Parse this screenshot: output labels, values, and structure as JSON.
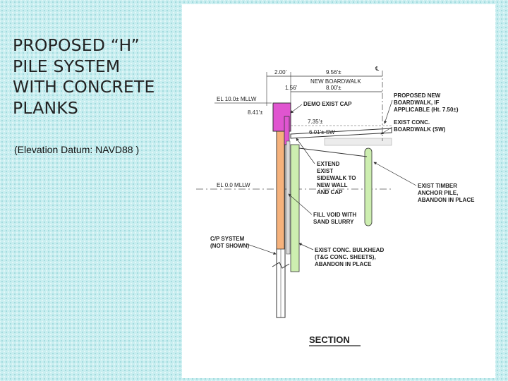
{
  "slide": {
    "title_lines": [
      "PROPOSED “H”",
      "PILE SYSTEM",
      "WITH CONCRETE",
      "PLANKS"
    ],
    "subtitle": "(Elevation Datum: NAVD88 )"
  },
  "drawing": {
    "dimensions": {
      "d_2_00": "2.00'",
      "d_9_56": "9.56'±",
      "cl": "℄",
      "new_boardwalk": "NEW BOARDWALK",
      "d_8_00": "8.00'±",
      "d_1_56": "1.56'",
      "d_7_35": "7.35'±",
      "d_8_41": "8.41'±",
      "d_6_01": "6.01'± SW"
    },
    "elevations": {
      "el_10": "EL 10.0± MLLW",
      "el_0": "EL 0.0 MLLW"
    },
    "callouts": {
      "demo_cap": "DEMO EXIST CAP",
      "proposed_boardwalk": [
        "PROPOSED NEW",
        "BOARDWALK, IF",
        "APPLICABLE (Ht. 7.50±)"
      ],
      "exist_boardwalk": [
        "EXIST CONC.",
        "BOARDWALK (SW)"
      ],
      "extend_sidewalk": [
        "EXTEND",
        "EXIST",
        "SIDEWALK TO",
        "NEW WALL",
        "AND CAP"
      ],
      "timber_pile": [
        "EXIST TIMBER",
        "ANCHOR PILE,",
        "ABANDON IN PLACE"
      ],
      "fill_void": [
        "FILL VOID WITH",
        "SAND SLURRY"
      ],
      "cp_system": [
        "C/P SYSTEM",
        "(NOT SHOWN)"
      ],
      "exist_bulkhead": [
        "EXIST CONC. BULKHEAD",
        "(T&G CONC. SHEETS),",
        "ABANDON IN PLACE"
      ]
    },
    "section_label": "SECTION",
    "colors": {
      "cap": "#e055d0",
      "pile": "#f6b27c",
      "timber_pile": "#cdeeb0",
      "bulkhead": "#cdeeb0",
      "line": "#333333"
    }
  }
}
